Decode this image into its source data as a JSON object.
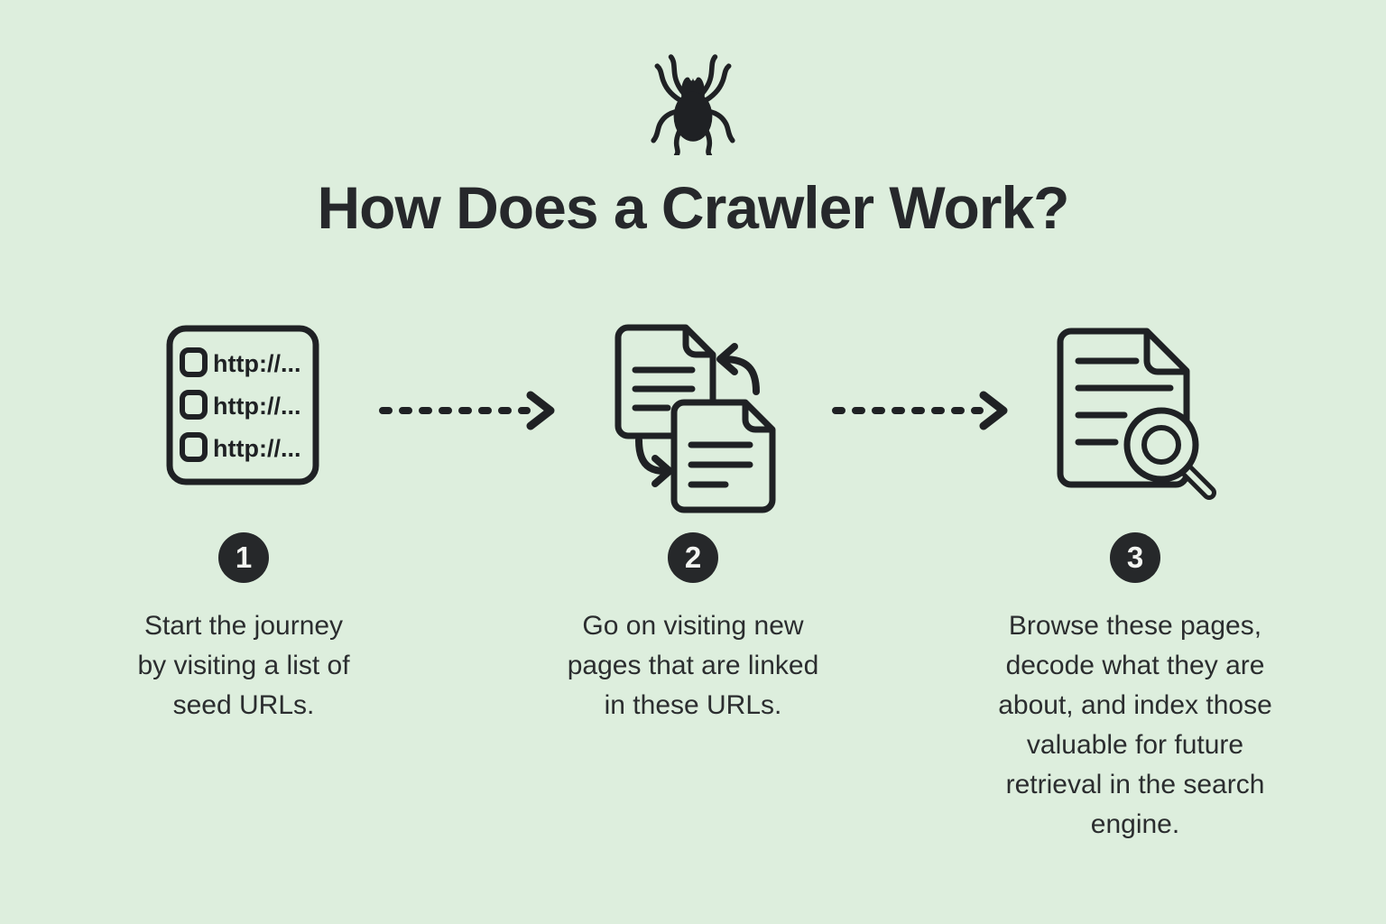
{
  "page": {
    "title": "How Does a Crawler Work?",
    "background_color": "#ddeedd",
    "ink_color": "#1f2124",
    "title_color": "#26282b",
    "badge_bg_color": "#26282a",
    "badge_text_color": "#f4f6f2"
  },
  "header": {
    "icon": "spider-icon"
  },
  "icons": {
    "url_list_items": [
      "http://...",
      "http://...",
      "http://..."
    ]
  },
  "steps": [
    {
      "number": "1",
      "icon": "url-list-icon",
      "caption_lines": [
        "Start the journey",
        "by visiting a list of",
        "seed URLs."
      ]
    },
    {
      "number": "2",
      "icon": "linked-pages-icon",
      "caption_lines": [
        "Go on visiting new",
        "pages that are linked",
        "in these URLs."
      ]
    },
    {
      "number": "3",
      "icon": "page-search-icon",
      "caption_lines": [
        "Browse these pages,",
        "decode what they are",
        "about, and index those",
        "valuable for future",
        "retrieval in the search",
        "engine."
      ]
    }
  ]
}
